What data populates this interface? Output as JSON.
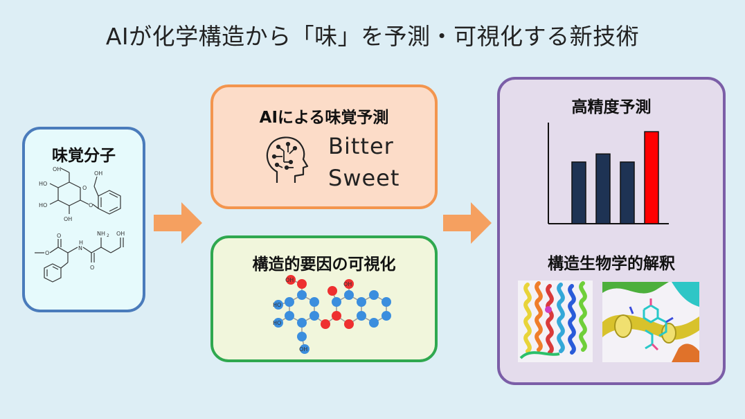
{
  "title": "AIが化学構造から「味」を予測・可視化する新技術",
  "molecule_box": {
    "heading": "味覚分子",
    "structure1_labels": {
      "oh1": "OH",
      "oh2": "OH",
      "oh3": "HO",
      "oh4": "HO",
      "oh5": "OH",
      "o_ring": "O",
      "o_link": "O"
    },
    "structure2_labels": {
      "nh2": "NH",
      "nh2_sub": "2",
      "oh": "OH",
      "o1": "O",
      "o2": "O",
      "o3": "O",
      "n": "N",
      "h": "H"
    }
  },
  "ai_box": {
    "heading": "AIによる味覚予測",
    "taste1": "Bitter",
    "taste2": "Sweet",
    "icon": "ai-brain-head-icon"
  },
  "vis_box": {
    "heading": "構造的要因の可視化",
    "atom_labels": {
      "oh_top1": "OH",
      "oh_top2": "OH",
      "ho_left1": "HO",
      "ho_left2": "HO",
      "oh_bottom": "OH"
    }
  },
  "result_box": {
    "heading_top": "高精度予測",
    "heading_bottom": "構造生物学的解釈"
  },
  "chart_data": {
    "type": "bar",
    "categories": [
      "",
      "",
      "",
      ""
    ],
    "values": [
      61,
      69,
      61,
      91
    ],
    "colors": [
      "#1e3354",
      "#1e3354",
      "#1e3354",
      "#ff0000"
    ],
    "ylim": [
      0,
      100
    ],
    "title": "",
    "xlabel": "",
    "ylabel": "",
    "grid": false
  },
  "colors": {
    "arrow": "#f5a060",
    "atom_blue": "#3b8ede",
    "atom_red": "#ee3030",
    "bar_dark": "#1e3354",
    "bar_highlight": "#ff0000"
  }
}
